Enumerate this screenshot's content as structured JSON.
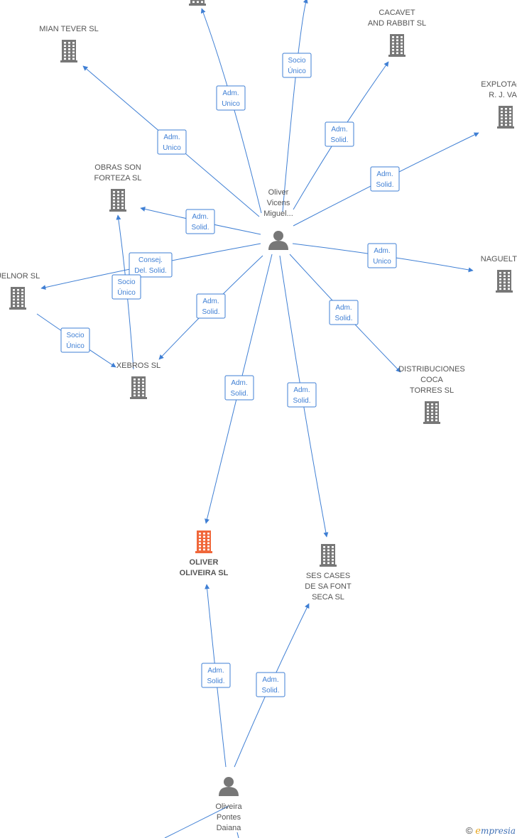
{
  "nodes": [
    {
      "id": "top_co",
      "type": "company",
      "lines": [],
      "highlight": false
    },
    {
      "id": "mian_tever",
      "type": "company",
      "lines": [
        "MIAN TEVER  SL"
      ],
      "highlight": false
    },
    {
      "id": "cacavet",
      "type": "company",
      "lines": [
        "CACAVET",
        "AND RABBIT  SL"
      ],
      "highlight": false
    },
    {
      "id": "explotacio",
      "type": "company",
      "lines": [
        "EXPLOTACIO",
        "R. J. VAN"
      ],
      "highlight": false
    },
    {
      "id": "obras",
      "type": "company",
      "lines": [
        "OBRAS SON",
        "FORTEZA  SL"
      ],
      "highlight": false
    },
    {
      "id": "oliver_vicens",
      "type": "person",
      "lines": [
        "Oliver",
        "Vicens",
        "Miguel..."
      ],
      "highlight": false
    },
    {
      "id": "naguelter",
      "type": "company",
      "lines": [
        "NAGUELTER"
      ],
      "highlight": false
    },
    {
      "id": "uelnor",
      "type": "company",
      "lines": [
        "UELNOR SL"
      ],
      "highlight": false
    },
    {
      "id": "xebros",
      "type": "company",
      "lines": [
        "XEBROS  SL"
      ],
      "highlight": false
    },
    {
      "id": "distribuciones",
      "type": "company",
      "lines": [
        "DISTRIBUCIONES",
        "COCA",
        "TORRES  SL"
      ],
      "highlight": false
    },
    {
      "id": "oliver_oliveira",
      "type": "company",
      "lines": [
        "OLIVER",
        "OLIVEIRA  SL"
      ],
      "highlight": true
    },
    {
      "id": "ses_cases",
      "type": "company",
      "lines": [
        "SES CASES",
        "DE SA FONT",
        "SECA  SL"
      ],
      "highlight": false
    },
    {
      "id": "oliveira_pontes",
      "type": "person",
      "lines": [
        "Oliveira",
        "Pontes",
        "Daiana"
      ],
      "highlight": false
    }
  ],
  "edges": [
    {
      "from": "oliver_vicens",
      "to": "top_co",
      "label": [
        "Adm.",
        "Unico"
      ]
    },
    {
      "from": "oliver_vicens",
      "to": "offscreen_top",
      "label": [
        "Socio",
        "Único"
      ]
    },
    {
      "from": "oliver_vicens",
      "to": "mian_tever",
      "label": [
        "Adm.",
        "Unico"
      ]
    },
    {
      "from": "oliver_vicens",
      "to": "cacavet",
      "label": [
        "Adm.",
        "Solid."
      ]
    },
    {
      "from": "oliver_vicens",
      "to": "explotacio",
      "label": [
        "Adm.",
        "Solid."
      ]
    },
    {
      "from": "oliver_vicens",
      "to": "obras",
      "label": [
        "Adm.",
        "Solid."
      ]
    },
    {
      "from": "oliver_vicens",
      "to": "naguelter",
      "label": [
        "Adm.",
        "Unico"
      ]
    },
    {
      "from": "oliver_vicens",
      "to": "uelnor",
      "label": [
        "Consej.",
        "Del. Solid."
      ]
    },
    {
      "from": "xebros",
      "to": "obras",
      "label": [
        "Socio",
        "Único"
      ]
    },
    {
      "from": "uelnor",
      "to": "xebros",
      "label": [
        "Socio",
        "Único"
      ]
    },
    {
      "from": "oliver_vicens",
      "to": "xebros",
      "label": [
        "Adm.",
        "Solid."
      ]
    },
    {
      "from": "oliver_vicens",
      "to": "distribuciones",
      "label": [
        "Adm.",
        "Solid."
      ]
    },
    {
      "from": "oliver_vicens",
      "to": "oliver_oliveira",
      "label": [
        "Adm.",
        "Solid."
      ]
    },
    {
      "from": "oliver_vicens",
      "to": "ses_cases",
      "label": [
        "Adm.",
        "Solid."
      ]
    },
    {
      "from": "oliveira_pontes",
      "to": "oliver_oliveira",
      "label": [
        "Adm.",
        "Solid."
      ]
    },
    {
      "from": "oliveira_pontes",
      "to": "ses_cases",
      "label": [
        "Adm.",
        "Solid."
      ]
    }
  ],
  "colors": {
    "edge": "#3f7fd4",
    "icon": "#777777",
    "highlight": "#f0673a",
    "text": "#555555"
  },
  "watermark": {
    "copyright": "©",
    "brand_initial": "e",
    "brand_rest": "mpresia"
  }
}
